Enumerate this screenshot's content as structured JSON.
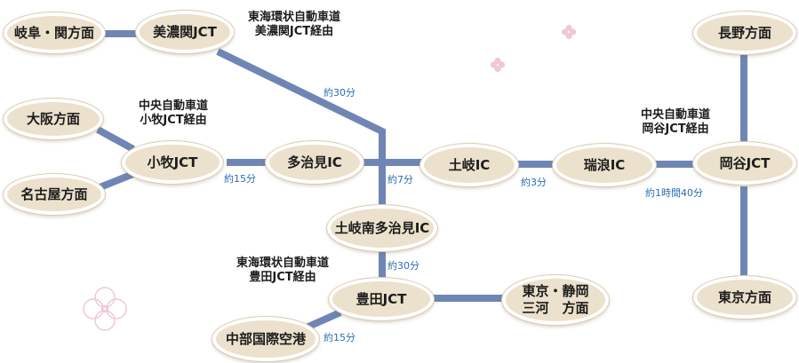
{
  "nodes": {
    "gifu": "岐阜・関方面",
    "minoseki": "美濃関JCT",
    "osaka": "大阪方面",
    "komaki": "小牧JCT",
    "nagoya": "名古屋方面",
    "tajimi": "多治見IC",
    "toki": "土岐IC",
    "mizunami": "瑞浪IC",
    "okaya": "岡谷JCT",
    "nagano": "長野方面",
    "tokyo": "東京方面",
    "tokiminami": "土岐南多治見IC",
    "toyota": "豊田JCT",
    "tokyo_shizuoka": "東京・静岡\n三河　方面",
    "chubu": "中部国際空港"
  },
  "notes": {
    "minoseki_route": "東海環状自動車道\n美濃関JCT経由",
    "komaki_route": "中央自動車道\n小牧JCT経由",
    "okaya_route": "中央自動車道\n岡谷JCT経由",
    "toyota_route": "東海環状自動車道\n豊田JCT経由"
  },
  "times": {
    "minoseki_toki": "約30分",
    "komaki_tajimi": "約15分",
    "tajimi_toki": "約7分",
    "toki_mizunami": "約3分",
    "mizunami_okaya": "約1時間40分",
    "tokiminami_toyota": "約30分",
    "toyota_chubu": "約15分"
  },
  "colors": {
    "road": "#6f86b5",
    "node_fill": "#ebe1cc",
    "time_text": "#2a6db3",
    "flower": "#f2c6d8"
  },
  "icons": [
    "flower-icon"
  ]
}
